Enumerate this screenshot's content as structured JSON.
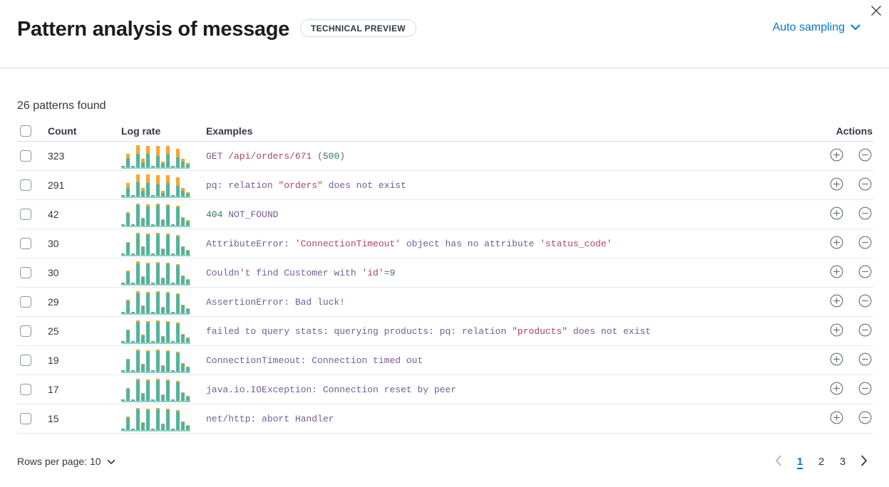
{
  "header": {
    "title": "Pattern analysis of message",
    "badge": "TECHNICAL PREVIEW",
    "sampling_label": "Auto sampling"
  },
  "summary": "26 patterns found",
  "colors": {
    "accent_blue": "#0077CC",
    "bar_green": "#54B399",
    "bar_orange": "#F6A52C",
    "baseline_teal": "#8FD0BC",
    "token_keyword_purple": "#765B96",
    "token_string_red": "#AE465C",
    "token_number_green": "#2F7D52",
    "divider": "#D3DAE6",
    "icon_gray": "#69707D"
  },
  "table": {
    "columns": [
      "Count",
      "Log rate",
      "Examples",
      "Actions"
    ],
    "rows": [
      {
        "count": "323",
        "example": [
          {
            "c": "kw",
            "t": "GET "
          },
          {
            "c": "str",
            "t": "/api/orders/671"
          },
          {
            "c": "kw",
            "t": " ("
          },
          {
            "c": "num",
            "t": "500"
          },
          {
            "c": "kw",
            "t": ")"
          }
        ],
        "sparkline": {
          "green": [
            2,
            13,
            2,
            19,
            7,
            19,
            2,
            16,
            5,
            19,
            2,
            14,
            8,
            4
          ],
          "orange": [
            0,
            6,
            0,
            12,
            5,
            11,
            0,
            14,
            3,
            11,
            0,
            12,
            4,
            2
          ]
        }
      },
      {
        "count": "291",
        "example": [
          {
            "c": "kw",
            "t": "pq: relation "
          },
          {
            "c": "str",
            "t": "\"orders\""
          },
          {
            "c": "kw",
            "t": " does not exist"
          }
        ],
        "sparkline": {
          "green": [
            2,
            12,
            2,
            20,
            8,
            19,
            2,
            17,
            5,
            19,
            2,
            15,
            8,
            4
          ],
          "orange": [
            0,
            7,
            0,
            11,
            4,
            12,
            0,
            13,
            3,
            11,
            0,
            12,
            4,
            2
          ]
        }
      },
      {
        "count": "42",
        "example": [
          {
            "c": "num",
            "t": "404"
          },
          {
            "c": "kw",
            "t": " NOT_FOUND"
          }
        ],
        "sparkline": {
          "green": [
            2,
            17,
            2,
            29,
            10,
            27,
            2,
            29,
            8,
            28,
            2,
            26,
            11,
            6
          ],
          "orange": [
            0,
            2,
            0,
            2,
            1,
            3,
            0,
            2,
            1,
            2,
            0,
            2,
            1,
            2
          ]
        }
      },
      {
        "count": "30",
        "example": [
          {
            "c": "kw",
            "t": "AttributeError: "
          },
          {
            "c": "str",
            "t": "'ConnectionTimeout'"
          },
          {
            "c": "kw",
            "t": " object has no attribute "
          },
          {
            "c": "str",
            "t": "'status_code'"
          }
        ],
        "sparkline": {
          "green": [
            2,
            17,
            2,
            29,
            11,
            28,
            2,
            29,
            8,
            28,
            2,
            26,
            11,
            6
          ],
          "orange": [
            0,
            1,
            0,
            2,
            1,
            2,
            0,
            2,
            1,
            2,
            0,
            2,
            1,
            1
          ]
        }
      },
      {
        "count": "30",
        "example": [
          {
            "c": "kw",
            "t": "Couldn"
          },
          {
            "c": "str",
            "t": "'"
          },
          {
            "c": "kw",
            "t": "t find Customer with "
          },
          {
            "c": "str",
            "t": "'id'"
          },
          {
            "c": "kw",
            "t": "="
          },
          {
            "c": "num",
            "t": "9"
          }
        ],
        "sparkline": {
          "green": [
            2,
            17,
            2,
            29,
            10,
            28,
            2,
            29,
            8,
            28,
            2,
            26,
            11,
            6
          ],
          "orange": [
            0,
            2,
            0,
            3,
            1,
            2,
            0,
            2,
            1,
            2,
            0,
            2,
            1,
            1
          ]
        }
      },
      {
        "count": "29",
        "example": [
          {
            "c": "kw",
            "t": "AssertionError: Bad luck!"
          }
        ],
        "sparkline": {
          "green": [
            2,
            17,
            2,
            28,
            10,
            28,
            2,
            29,
            8,
            28,
            2,
            26,
            11,
            6
          ],
          "orange": [
            0,
            2,
            0,
            3,
            1,
            2,
            0,
            2,
            1,
            2,
            0,
            2,
            1,
            1
          ]
        }
      },
      {
        "count": "25",
        "example": [
          {
            "c": "kw",
            "t": "failed to query stats: querying products: pq: relation "
          },
          {
            "c": "str",
            "t": "\"products\""
          },
          {
            "c": "kw",
            "t": " does not exist"
          }
        ],
        "sparkline": {
          "green": [
            2,
            17,
            2,
            29,
            10,
            28,
            2,
            29,
            8,
            28,
            2,
            26,
            11,
            6
          ],
          "orange": [
            0,
            1,
            0,
            2,
            1,
            2,
            0,
            2,
            1,
            2,
            0,
            2,
            1,
            1
          ]
        }
      },
      {
        "count": "19",
        "example": [
          {
            "c": "kw",
            "t": "ConnectionTimeout: Connection timed out"
          }
        ],
        "sparkline": {
          "green": [
            2,
            17,
            2,
            29,
            10,
            28,
            2,
            29,
            8,
            28,
            2,
            26,
            11,
            6
          ],
          "orange": [
            0,
            1,
            0,
            2,
            1,
            2,
            0,
            2,
            1,
            2,
            0,
            2,
            1,
            1
          ]
        }
      },
      {
        "count": "17",
        "example": [
          {
            "c": "kw",
            "t": "java.io.IOException: Connection reset by peer"
          }
        ],
        "sparkline": {
          "green": [
            2,
            17,
            2,
            29,
            10,
            28,
            2,
            29,
            8,
            28,
            2,
            26,
            11,
            6
          ],
          "orange": [
            0,
            1,
            0,
            2,
            1,
            2,
            0,
            2,
            1,
            2,
            0,
            2,
            1,
            1
          ]
        }
      },
      {
        "count": "15",
        "example": [
          {
            "c": "kw",
            "t": "net/http: abort Handler"
          }
        ],
        "sparkline": {
          "green": [
            2,
            17,
            2,
            29,
            10,
            28,
            2,
            29,
            8,
            28,
            2,
            26,
            11,
            6
          ],
          "orange": [
            0,
            2,
            0,
            2,
            1,
            2,
            0,
            2,
            1,
            2,
            0,
            2,
            1,
            1
          ]
        }
      }
    ]
  },
  "footer": {
    "rows_per_page_label": "Rows per page: 10",
    "pagination": {
      "pages": [
        "1",
        "2",
        "3"
      ],
      "active_page": "1",
      "prev_enabled": false,
      "next_enabled": true
    }
  }
}
